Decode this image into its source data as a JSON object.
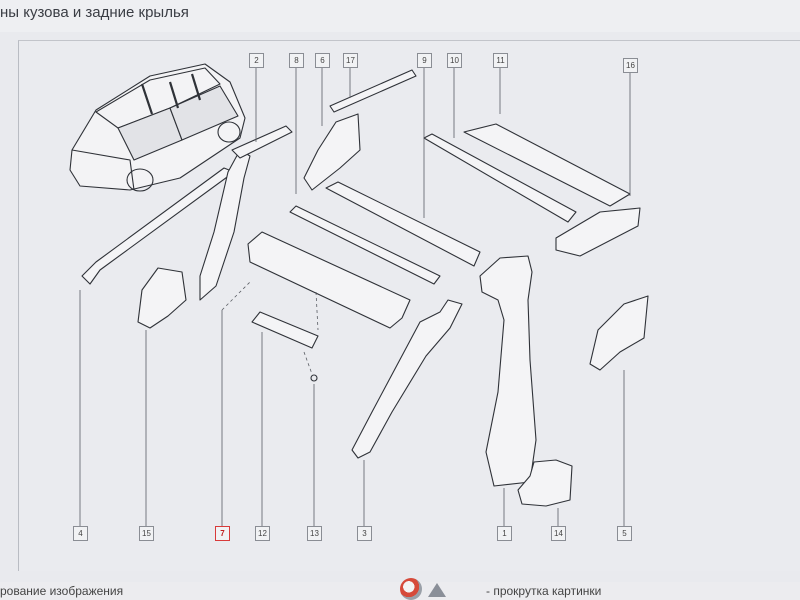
{
  "header": {
    "title": "ны кузова и задние крылья"
  },
  "callouts": {
    "c2": "2",
    "c8": "8",
    "c6": "6",
    "c17": "17",
    "c9": "9",
    "c10": "10",
    "c11": "11",
    "c16": "16",
    "c4": "4",
    "c15": "15",
    "c7": "7",
    "c12": "12",
    "c13": "13",
    "c3": "3",
    "c1": "1",
    "c14": "14",
    "c5": "5"
  },
  "footer": {
    "left_text": "рование изображения",
    "right_text": "- прокрутка картинки"
  },
  "icons": {
    "scroll": "zoom-scroll-icon",
    "arrow": "arrow-icon"
  }
}
